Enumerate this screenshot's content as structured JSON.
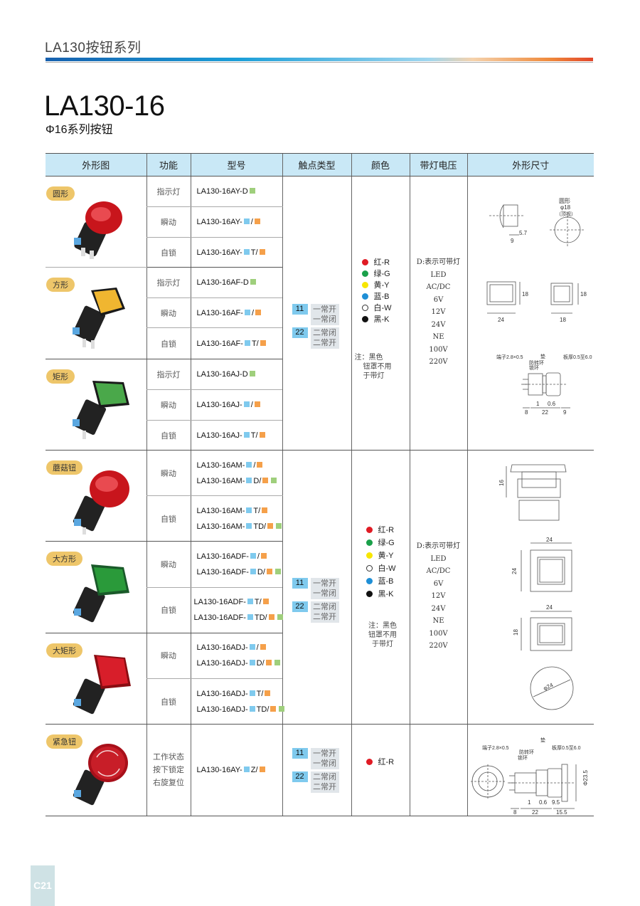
{
  "header": {
    "series_title": "LA130按钮系列"
  },
  "product": {
    "model_title": "LA130-16",
    "subtitle": "Φ16系列按钮"
  },
  "table": {
    "headers": [
      "外形图",
      "功能",
      "型号",
      "触点类型",
      "颜色",
      "带灯电压",
      "外形尺寸"
    ],
    "groups": [
      {
        "shape": "圆形",
        "rows": [
          {
            "func": "指示灯",
            "models": [
              "LA130-16AY-D ■(绿)"
            ]
          },
          {
            "func": "瞬动",
            "models": [
              "LA130-16AY- ■(蓝)/ ■(橙)"
            ]
          },
          {
            "func": "自锁",
            "models": [
              "LA130-16AY- ■(蓝) T/ ■(橙)"
            ]
          }
        ]
      },
      {
        "shape": "方形",
        "rows": [
          {
            "func": "指示灯",
            "models": [
              "LA130-16AF-D ■(绿)"
            ]
          },
          {
            "func": "瞬动",
            "models": [
              "LA130-16AF- ■(蓝) /■(橙)"
            ]
          },
          {
            "func": "自锁",
            "models": [
              "LA130-16AF- ■(蓝) T/■(橙)"
            ]
          }
        ]
      },
      {
        "shape": "矩形",
        "rows": [
          {
            "func": "指示灯",
            "models": [
              "LA130-16AJ-D ■(绿)"
            ]
          },
          {
            "func": "瞬动",
            "models": [
              "LA130-16AJ-■(蓝) / ■(橙)"
            ]
          },
          {
            "func": "自锁",
            "models": [
              "LA130-16AJ-■(蓝) T/ ■(橙)"
            ]
          }
        ]
      },
      {
        "shape": "蘑菇钮",
        "rows": [
          {
            "func": "瞬动",
            "models": [
              "LA130-16AM-■(蓝) /■(橙)",
              "LA130-16AM-■(蓝)D/■(橙) ■(绿)"
            ]
          },
          {
            "func": "自锁",
            "models": [
              "LA130-16AM-■(蓝)T/ ■(橙)",
              "LA130-16AM-■(蓝) TD/■(橙)■(绿)"
            ]
          }
        ]
      },
      {
        "shape": "大方形",
        "rows": [
          {
            "func": "瞬动",
            "models": [
              "LA130-16ADF-■(蓝)/■(橙)",
              "LA130-16ADF-■(蓝)D/■(橙)■(绿)"
            ]
          },
          {
            "func": "自锁",
            "models": [
              "LA130-16ADF-■(蓝)T/■(橙)",
              "LA130-16ADF-■(蓝)TD/■(橙)■(绿)"
            ]
          }
        ]
      },
      {
        "shape": "大矩形",
        "rows": [
          {
            "func": "瞬动",
            "models": [
              "LA130-16ADJ-■(蓝)/ ■(橙)",
              "LA130-16ADJ-■(蓝) D/■(橙) ■(绿)"
            ]
          },
          {
            "func": "自锁",
            "models": [
              "LA130-16ADJ-■(蓝)T/ ■(橙)",
              "LA130-16ADJ-■(蓝)TD/■(橙)■(绿)"
            ]
          }
        ]
      },
      {
        "shape": "紧急钮",
        "rows": [
          {
            "func": "工作状态 按下锁定 右旋复位",
            "models": [
              "LA130-16AY-■(蓝) Z/ ■(橙)"
            ]
          }
        ]
      }
    ],
    "row_text": {
      "g1": {
        "shape": "圆形",
        "f1": "指示灯",
        "f2": "瞬动",
        "f3": "自锁",
        "m1": "LA130-16AY-D",
        "m2": "LA130-16AY-",
        "m2s": "/",
        "m3": "LA130-16AY-",
        "m3s": "T/"
      },
      "g2": {
        "shape": "方形",
        "f1": "指示灯",
        "f2": "瞬动",
        "f3": "自锁",
        "m1": "LA130-16AF-D",
        "m2": "LA130-16AF-",
        "m2s": "/",
        "m3": "LA130-16AF-",
        "m3s": "T/"
      },
      "g3": {
        "shape": "矩形",
        "f1": "指示灯",
        "f2": "瞬动",
        "f3": "自锁",
        "m1": "LA130-16AJ-D",
        "m2": "LA130-16AJ-",
        "m2s": "/",
        "m3": "LA130-16AJ-",
        "m3s": "T/"
      },
      "g4": {
        "shape": "蘑菇钮",
        "f1": "瞬动",
        "f2": "自锁",
        "m1a": "LA130-16AM-",
        "m1as": "/",
        "m1b": "LA130-16AM-",
        "m1bs": "D/",
        "m2a": "LA130-16AM-",
        "m2as": "T/",
        "m2b": "LA130-16AM-",
        "m2bs": "TD/"
      },
      "g5": {
        "shape": "大方形",
        "f1": "瞬动",
        "f2": "自锁",
        "m1a": "LA130-16ADF-",
        "m1as": "/",
        "m1b": "LA130-16ADF-",
        "m1bs": "D/",
        "m2a": "LA130-16ADF-",
        "m2as": "T/",
        "m2b": "LA130-16ADF-",
        "m2bs": "TD/"
      },
      "g6": {
        "shape": "大矩形",
        "f1": "瞬动",
        "f2": "自锁",
        "m1a": "LA130-16ADJ-",
        "m1as": "/",
        "m1b": "LA130-16ADJ-",
        "m1bs": "D/",
        "m2a": "LA130-16ADJ-",
        "m2as": "T/",
        "m2b": "LA130-16ADJ-",
        "m2bs": "TD/"
      },
      "g7": {
        "shape": "紧急钮",
        "f1a": "工作状态",
        "f1b": "按下锁定",
        "f1c": "右旋复位",
        "m1": "LA130-16AY-",
        "m1s": "Z/"
      }
    },
    "contacts": {
      "c11": {
        "num": "11",
        "l1": "一常开",
        "l2": "一常闭"
      },
      "c22": {
        "num": "22",
        "l1": "二常闭",
        "l2": "二常开"
      }
    },
    "colors_a": [
      {
        "key": "r",
        "label": "红-R"
      },
      {
        "key": "gr",
        "label": "绿-G"
      },
      {
        "key": "y",
        "label": "黄-Y"
      },
      {
        "key": "bl",
        "label": "蓝-B"
      },
      {
        "key": "w",
        "label": "白-W"
      },
      {
        "key": "k",
        "label": "黑-K"
      }
    ],
    "colors_b": [
      {
        "key": "r",
        "label": "红-R"
      },
      {
        "key": "gr",
        "label": "绿-G"
      },
      {
        "key": "y",
        "label": "黄-Y"
      },
      {
        "key": "w",
        "label": "白-W"
      },
      {
        "key": "bl",
        "label": "蓝-B"
      },
      {
        "key": "k",
        "label": "黑-K"
      }
    ],
    "colors_c": [
      {
        "key": "r",
        "label": "红-R"
      }
    ],
    "color_note": {
      "l1": "注：黑色",
      "l2": "钮罩不用",
      "l3": "于带灯"
    },
    "voltage": [
      "D:表示可带灯",
      "LED",
      "AC/DC",
      "6V",
      "12V",
      "24V",
      "NE",
      "100V",
      "220V"
    ],
    "dimensions": {
      "round_top_label": "圆形",
      "round_phi": "φ18",
      "round_view": "（顶视）",
      "d_5_7": "5.7",
      "d_9": "9",
      "d_24": "24",
      "d_18": "18",
      "terminal": "端子2.8×0.5",
      "washer": "垫",
      "anti_rotate": "防转环",
      "lock_ring": "锁环",
      "panel": "板厚0.5至6.0",
      "d_1": "1",
      "d_0_6": "0.6",
      "d_8": "8",
      "d_22": "22",
      "d_16": "16",
      "d_phi24": "φ24",
      "d_9_5": "9.5",
      "d_15_5": "15.5",
      "d_phi23_5": "Φ23.5"
    },
    "swatch_colors": {
      "blue": "#7fcaee",
      "orange": "#f5a04a",
      "green": "#9fcf7c"
    }
  },
  "footer": {
    "page_label": "C21"
  }
}
